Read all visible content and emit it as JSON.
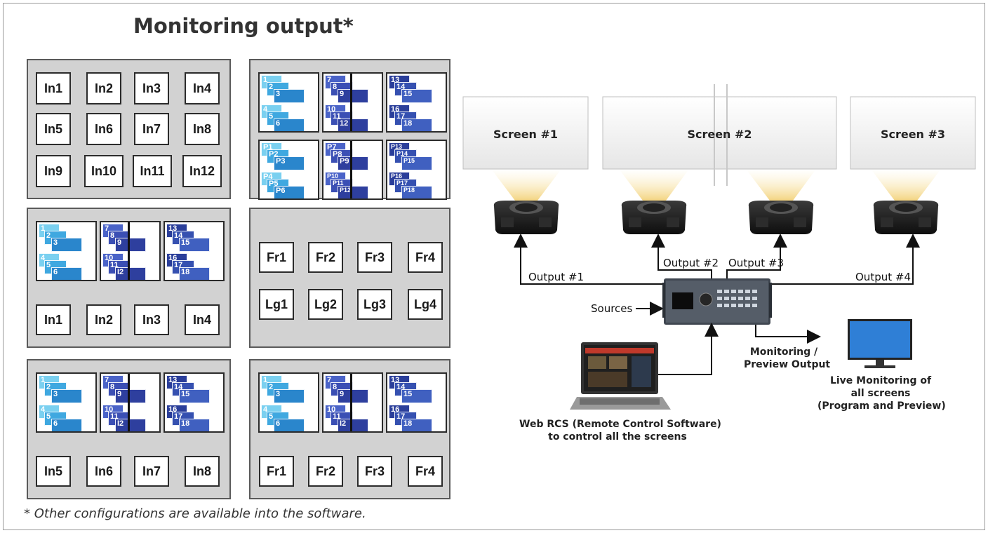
{
  "title": "Monitoring output*",
  "footnote": "* Other configurations are available into the software.",
  "panels": {
    "inputs12": [
      "In1",
      "In2",
      "In3",
      "In4",
      "In5",
      "In6",
      "In7",
      "In8",
      "In9",
      "In10",
      "In11",
      "In12"
    ],
    "panel3_inputs": [
      "In1",
      "In2",
      "In3",
      "In4"
    ],
    "panel4_frames": [
      "Fr1",
      "Fr2",
      "Fr3",
      "Fr4"
    ],
    "panel4_logos": [
      "Lg1",
      "Lg2",
      "Lg3",
      "Lg4"
    ],
    "panel5_inputs": [
      "In5",
      "In6",
      "In7",
      "In8"
    ],
    "panel6_frames": [
      "Fr1",
      "Fr2",
      "Fr3",
      "Fr4"
    ]
  },
  "tiles": {
    "program": [
      [
        "1",
        "2",
        "3",
        "4",
        "5",
        "6"
      ],
      [
        "7",
        "8",
        "9",
        "10",
        "11",
        "12"
      ],
      [
        "13",
        "14",
        "15",
        "16",
        "17",
        "18"
      ]
    ],
    "program_alt": [
      [
        "1",
        "2",
        "3",
        "4",
        "5",
        "6"
      ],
      [
        "7",
        "8",
        "9",
        "10",
        "11",
        "I2"
      ],
      [
        "13",
        "14",
        "15",
        "16",
        "17",
        "18"
      ]
    ],
    "preview": [
      [
        "P1",
        "P2",
        "P3",
        "P4",
        "P5",
        "P6"
      ],
      [
        "P7",
        "P8",
        "P9",
        "P10",
        "P11",
        "P12"
      ],
      [
        "P13",
        "P14",
        "P15",
        "P16",
        "P17",
        "P18"
      ]
    ]
  },
  "diagram": {
    "screens": [
      "Screen #1",
      "Screen #2",
      "Screen #3"
    ],
    "outputs": [
      "Output #1",
      "Output #2",
      "Output #3",
      "Output #4"
    ],
    "sources_label": "Sources",
    "monitoring_label": [
      "Monitoring /",
      "Preview Output"
    ],
    "live_label": [
      "Live Monitoring of",
      "all screens",
      "(Program and Preview)"
    ],
    "rcs_label": [
      "Web RCS (Remote Control Software)",
      "to control all the screens"
    ]
  },
  "colors": {
    "tile_col1": [
      "#7ad0f0",
      "#3fa8e0",
      "#2a86cc"
    ],
    "tile_col2": [
      "#4a63c8",
      "#3b4fb4",
      "#2e3f9e"
    ],
    "tile_col3": [
      "#2a3e9a",
      "#3550b0",
      "#4060c0"
    ],
    "panel_bg": "#d2d2d2",
    "monitor_blue": "#2f7fd6"
  }
}
